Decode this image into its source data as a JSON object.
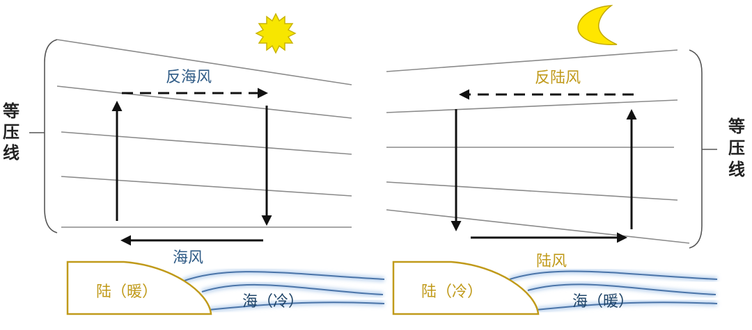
{
  "left_panel": {
    "upper_wind": "反海风",
    "surface_wind": "海风",
    "land": "陆（暖）",
    "sea": "海（冷）",
    "isobar_label": [
      "等",
      "压",
      "线"
    ]
  },
  "right_panel": {
    "upper_wind": "反陆风",
    "surface_wind": "陆风",
    "land": "陆（冷）",
    "sea": "海（暖）",
    "isobar_label": [
      "等",
      "压",
      "线"
    ]
  },
  "icons": {
    "day": "sun-icon",
    "night": "crescent-moon-icon"
  },
  "colors": {
    "sun": "#f7e600",
    "moon": "#ffe600",
    "land_outline": "#c09a1a",
    "sea_lines": "#4a74a8",
    "label_blue": "#2f5b86",
    "label_gold": "#c09a1a"
  }
}
